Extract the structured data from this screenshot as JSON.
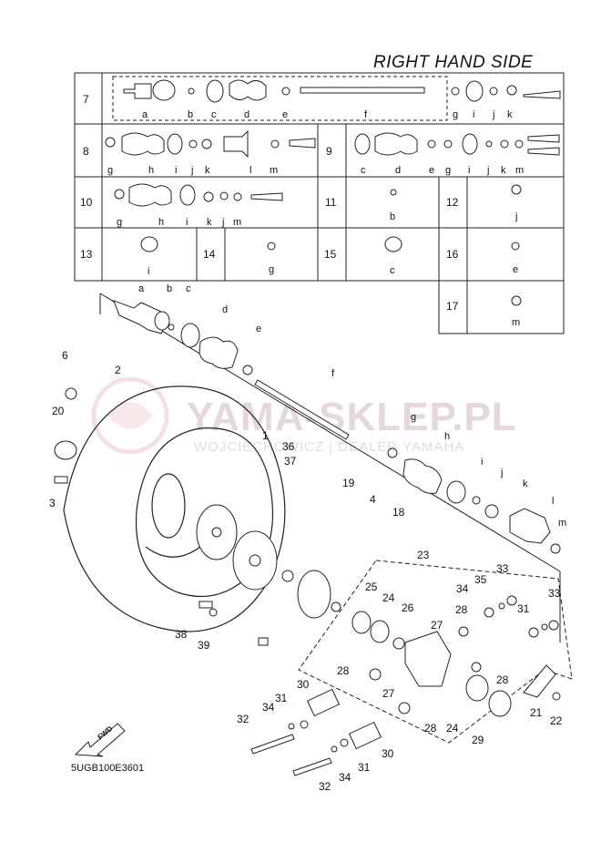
{
  "heading": "RIGHT HAND SIDE",
  "code": "5UGB100E3601",
  "watermark": {
    "main": "YAMA-SKLEP.PL",
    "sub": "WOJCIECHOWICZ | DEALER YAMAHA"
  },
  "fwd": "FWD",
  "table": {
    "rows": [
      {
        "key": "7",
        "letters": [
          "a",
          "b",
          "c",
          "d",
          "e",
          "f",
          "g",
          "i",
          "j",
          "k"
        ]
      },
      {
        "key": "8",
        "letters": [
          "g",
          "h",
          "i",
          "j",
          "k",
          "l",
          "m"
        ]
      },
      {
        "key": "9",
        "letters": [
          "c",
          "d",
          "e",
          "g",
          "e",
          "i",
          "j",
          "k",
          "m"
        ]
      },
      {
        "key": "10",
        "letters": [
          "g",
          "h",
          "i",
          "k",
          "j",
          "m"
        ]
      },
      {
        "key": "11",
        "letters": [
          "b"
        ]
      },
      {
        "key": "12",
        "letters": [
          "j"
        ]
      },
      {
        "key": "13",
        "letters": [
          "i"
        ]
      },
      {
        "key": "14",
        "letters": [
          "g"
        ]
      },
      {
        "key": "15",
        "letters": [
          "c"
        ]
      },
      {
        "key": "16",
        "letters": [
          "e"
        ]
      },
      {
        "key": "17",
        "letters": [
          "m"
        ]
      }
    ]
  },
  "shaft_letters": [
    "a",
    "b",
    "c",
    "d",
    "e",
    "f",
    "g",
    "h",
    "i",
    "j",
    "k",
    "l",
    "m"
  ],
  "parts": [
    "1",
    "2",
    "3",
    "4",
    "6",
    "18",
    "19",
    "20",
    "21",
    "22",
    "23",
    "24",
    "24",
    "25",
    "26",
    "27",
    "27",
    "28",
    "28",
    "28",
    "28",
    "29",
    "30",
    "30",
    "31",
    "31",
    "31",
    "32",
    "32",
    "33",
    "33",
    "34",
    "34",
    "34",
    "35",
    "36",
    "37",
    "38",
    "39"
  ]
}
